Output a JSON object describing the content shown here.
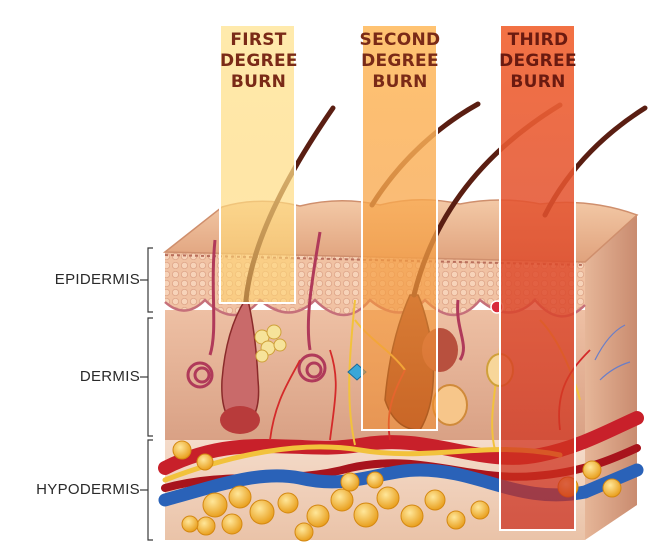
{
  "layers": {
    "epidermis": "EPIDERMIS",
    "dermis": "DERMIS",
    "hypodermis": "HYPODERMIS"
  },
  "burns": {
    "first": {
      "line1": "FIRST",
      "line2": "DEGREE",
      "line3": "BURN",
      "color": "#ffd36b"
    },
    "second": {
      "line1": "SECOND",
      "line2": "DEGREE",
      "line3": "BURN",
      "color": "#f79a3a"
    },
    "third": {
      "line1": "THIRD",
      "line2": "DEGREE",
      "line3": "BURN",
      "color": "#e0401c"
    }
  },
  "colors": {
    "skin_surface": "#e9b48e",
    "epidermis": "#f0c3a5",
    "dermis": "#e3b49a",
    "hypodermis": "#f2d5c0",
    "artery": "#c8202a",
    "vein": "#2a62b8",
    "fat": "#f5b82e",
    "nerve": "#f2c23c",
    "hair": "#5a1e12"
  }
}
